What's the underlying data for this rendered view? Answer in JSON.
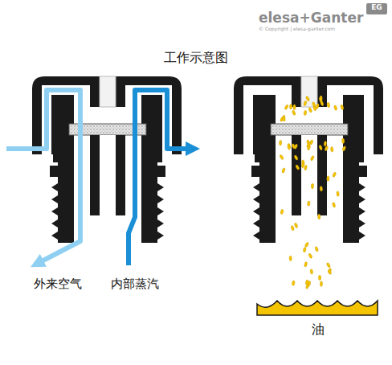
{
  "diagram": {
    "title": "工作示意图",
    "labels": [
      "elesa+Ganter",
      "EG",
      "© Copyright | elesa-ganter.com",
      "外来空气",
      "内部蒸汽",
      "油"
    ]
  }
}
